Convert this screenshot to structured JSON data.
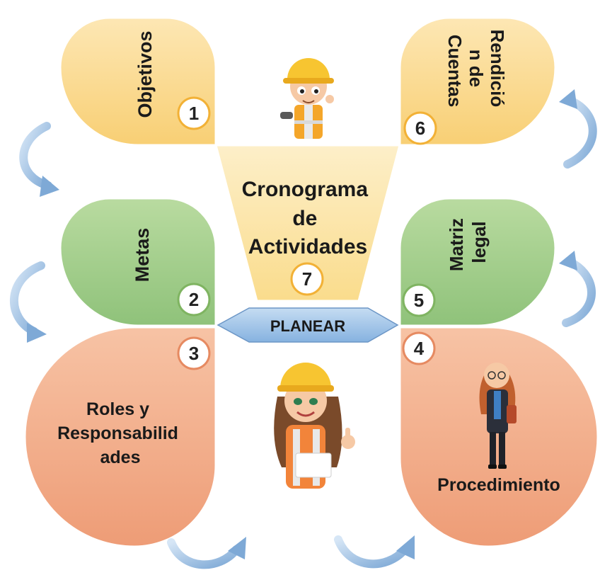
{
  "diagram": {
    "center_label": "PLANEAR",
    "center_title_lines": [
      "Cronograma",
      "de",
      "Actividades"
    ],
    "center_number": "7",
    "petals": [
      {
        "number": "1",
        "lines": [
          "Objetivos"
        ]
      },
      {
        "number": "2",
        "lines": [
          "Metas"
        ]
      },
      {
        "number": "3",
        "lines": [
          "Roles y",
          "Responsabilid",
          "ades"
        ]
      },
      {
        "number": "4",
        "lines": [
          "Procedimiento"
        ]
      },
      {
        "number": "5",
        "lines": [
          "Matriz",
          "legal"
        ]
      },
      {
        "number": "6",
        "lines": [
          "Rendició",
          "n de",
          "Cuentas"
        ]
      }
    ]
  },
  "colors": {
    "yellow_petal": "#FAD889",
    "green_petal": "#A9D18E",
    "salmon_petal": "#F4B18F",
    "funnel": "#FBE3A0",
    "center_hexagon": "#9DC3E6",
    "arrow": "#A9C8E8"
  },
  "illustrations": [
    "construction-worker-icon",
    "female-worker-icon",
    "businesswoman-icon"
  ]
}
